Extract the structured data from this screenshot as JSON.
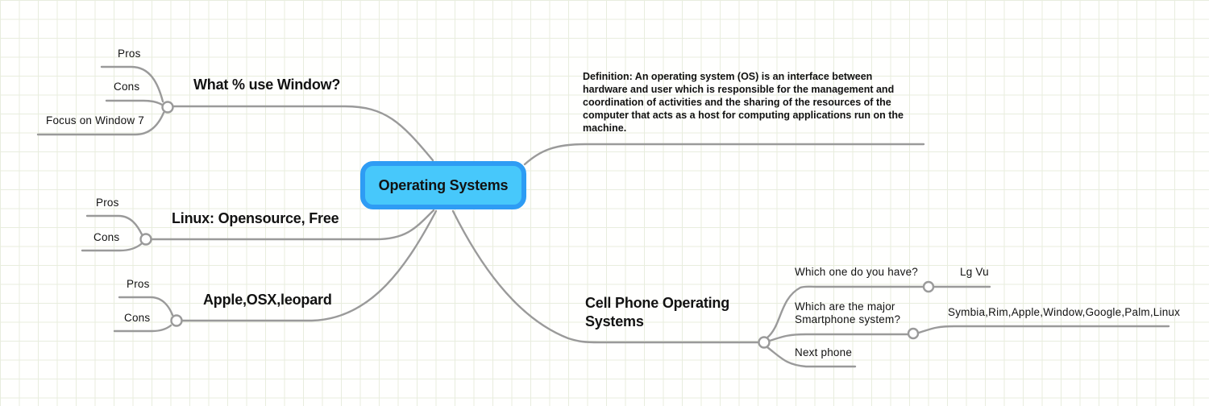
{
  "app": {
    "description": "Mind map canvas"
  },
  "colors": {
    "root_fill": "#47c8fb",
    "root_border": "#2e9cf4",
    "branch_line": "#9a9a9a",
    "grid_line": "#e8edde",
    "text": "#121212"
  },
  "root": {
    "label": "Operating Systems"
  },
  "branches": {
    "windows": {
      "label": "What % use Window?",
      "children": {
        "pros": "Pros",
        "cons": "Cons",
        "focus": "Focus on Window 7"
      }
    },
    "definition": {
      "lines": [
        "Definition: An operating system (OS) is an interface between",
        "hardware and user which is responsible for the management and",
        "coordination of activities and the sharing of the resources of the",
        "computer that acts as a host for computing applications run on the",
        "machine."
      ]
    },
    "linux": {
      "label": "Linux: Opensource, Free",
      "children": {
        "pros": "Pros",
        "cons": "Cons"
      }
    },
    "apple": {
      "label": "Apple,OSX,leopard",
      "children": {
        "pros": "Pros",
        "cons": "Cons"
      }
    },
    "cellphone": {
      "label": "Cell Phone Operating Systems",
      "children": {
        "which_have": {
          "question": "Which one do you have?",
          "answer": "Lg Vu"
        },
        "major_smartphone": {
          "question": "Which are the major Smartphone system?",
          "answer": "Symbia,Rim,Apple,Window,Google,Palm,Linux"
        },
        "next_phone": {
          "question": "Next phone"
        }
      }
    }
  }
}
